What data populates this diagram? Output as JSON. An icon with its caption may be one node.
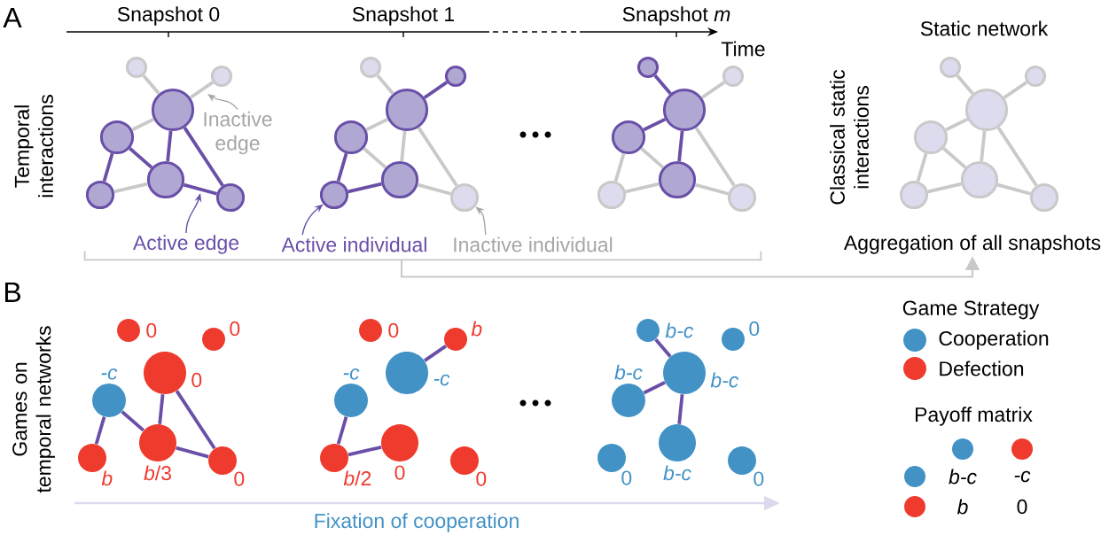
{
  "diagram": {
    "nodes": [
      {
        "text": [],
        "shape": "circle"
      },
      {
        "text": [],
        "shape": "circle"
      },
      {
        "text": [],
        "shape": "circle"
      },
      {
        "text": [],
        "shape": "circle"
      },
      {
        "text": [],
        "shape": "circle"
      },
      {
        "text": [],
        "shape": "circle"
      },
      {
        "text": [],
        "shape": "circle"
      },
      {
        "text": [
          "Inactive edge"
        ]
      },
      {
        "text": [
          "Active edge"
        ]
      },
      {
        "text": [],
        "shape": "circle"
      },
      {
        "text": [],
        "shape": "circle"
      },
      {
        "text": [],
        "shape": "circle"
      },
      {
        "text": [],
        "shape": "circle"
      },
      {
        "text": [],
        "shape": "circle"
      },
      {
        "text": [],
        "shape": "circle"
      },
      {
        "text": [],
        "shape": "circle"
      },
      {
        "text": [
          "Active individual"
        ]
      },
      {
        "text": [
          "Inactive individual"
        ]
      },
      {
        "text": [],
        "shape": "circle"
      },
      {
        "text": [],
        "shape": "circle"
      },
      {
        "text": [],
        "shape": "circle"
      },
      {
        "text": [],
        "shape": "circle"
      },
      {
        "text": [],
        "shape": "circle"
      },
      {
        "text": [],
        "shape": "circle"
      },
      {
        "text": [],
        "shape": "circle"
      },
      {
        "text": [],
        "shape": "circle"
      },
      {
        "text": [],
        "shape": "circle"
      },
      {
        "text": [],
        "shape": "circle"
      },
      {
        "text": [],
        "shape": "circle"
      },
      {
        "text": [],
        "shape": "circle"
      },
      {
        "text": [],
        "shape": "circle"
      },
      {
        "text": [],
        "shape": "circle"
      },
      {
        "text": [
          "Aggregation of all snapshots"
        ]
      },
      {
        "text": [],
        "shape": "circle",
        "beside": [
          "0"
        ]
      },
      {
        "text": [],
        "shape": "circle",
        "beside": [
          "0"
        ]
      },
      {
        "text": [],
        "shape": "circle",
        "beside": [
          "0"
        ]
      },
      {
        "text": [],
        "shape": "circle",
        "beside": [
          "-c"
        ]
      },
      {
        "text": [],
        "shape": "circle",
        "beside": [
          "*b*/3"
        ]
      },
      {
        "text": [],
        "shape": "circle",
        "beside": [
          "b"
        ]
      },
      {
        "text": [],
        "shape": "circle",
        "beside": [
          "0"
        ]
      },
      {
        "text": [],
        "shape": "circle",
        "beside": [
          "0"
        ]
      },
      {
        "text": [],
        "shape": "circle",
        "beside": [
          "b"
        ]
      },
      {
        "text": [],
        "shape": "circle",
        "beside": [
          "-c"
        ]
      },
      {
        "text": [],
        "shape": "circle",
        "beside": [
          "-c"
        ]
      },
      {
        "text": [],
        "shape": "circle",
        "beside": [
          "0"
        ]
      },
      {
        "text": [],
        "shape": "circle",
        "beside": [
          "*b*/2"
        ]
      },
      {
        "text": [],
        "shape": "circle",
        "beside": [
          "0"
        ]
      },
      {
        "text": [],
        "shape": "circle",
        "beside": [
          "b-c"
        ]
      },
      {
        "text": [],
        "shape": "circle",
        "beside": [
          "0"
        ]
      },
      {
        "text": [],
        "shape": "circle",
        "beside": [
          "b-c"
        ]
      },
      {
        "text": [],
        "shape": "circle",
        "beside": [
          "b-c"
        ]
      },
      {
        "text": [],
        "shape": "circle",
        "beside": [
          "b-c"
        ]
      },
      {
        "text": [],
        "shape": "circle",
        "beside": [
          "0"
        ]
      },
      {
        "text": [],
        "shape": "circle",
        "beside": [
          "0"
        ]
      },
      {
        "text": [],
        "shape": "bracket"
      },
      {
        "text": [],
        "shape": "circle"
      },
      {
        "text": [],
        "shape": "circle"
      },
      {
        "text": [],
        "shape": "circle"
      },
      {
        "text": [],
        "shape": "circle"
      }
    ],
    "edges": [
      {
        "from": 0,
        "to": 2,
        "arrow": "none"
      },
      {
        "from": 1,
        "to": 2,
        "arrow": "none"
      },
      {
        "from": 2,
        "to": 3,
        "arrow": "none"
      },
      {
        "from": 2,
        "to": 4,
        "arrow": "none",
        "color": "#6a4fa8"
      },
      {
        "from": 2,
        "to": 6,
        "arrow": "none",
        "color": "#6a4fa8"
      },
      {
        "from": 3,
        "to": 4,
        "arrow": "none",
        "color": "#6a4fa8"
      },
      {
        "from": 3,
        "to": 5,
        "arrow": "none",
        "color": "#6a4fa8"
      },
      {
        "from": 5,
        "to": 4,
        "arrow": "none"
      },
      {
        "from": 4,
        "to": 6,
        "arrow": "none",
        "color": "#6a4fa8"
      },
      {
        "from": 9,
        "to": 11,
        "arrow": "none"
      },
      {
        "from": 10,
        "to": 11,
        "arrow": "none",
        "color": "#6a4fa8"
      },
      {
        "from": 11,
        "to": 12,
        "arrow": "none"
      },
      {
        "from": 11,
        "to": 13,
        "arrow": "none"
      },
      {
        "from": 11,
        "to": 15,
        "arrow": "none"
      },
      {
        "from": 12,
        "to": 13,
        "arrow": "none"
      },
      {
        "from": 12,
        "to": 14,
        "arrow": "none",
        "color": "#6a4fa8"
      },
      {
        "from": 14,
        "to": 13,
        "arrow": "none",
        "color": "#6a4fa8"
      },
      {
        "from": 13,
        "to": 15,
        "arrow": "none"
      },
      {
        "from": 18,
        "to": 20,
        "arrow": "none",
        "color": "#6a4fa8"
      },
      {
        "from": 19,
        "to": 20,
        "arrow": "none"
      },
      {
        "from": 20,
        "to": 21,
        "arrow": "none",
        "color": "#6a4fa8"
      },
      {
        "from": 20,
        "to": 22,
        "arrow": "none",
        "color": "#6a4fa8"
      },
      {
        "from": 20,
        "to": 24,
        "arrow": "none"
      },
      {
        "from": 21,
        "to": 22,
        "arrow": "none"
      },
      {
        "from": 21,
        "to": 23,
        "arrow": "none"
      },
      {
        "from": 23,
        "to": 22,
        "arrow": "none"
      },
      {
        "from": 22,
        "to": 24,
        "arrow": "none"
      },
      {
        "from": 25,
        "to": 27,
        "arrow": "none"
      },
      {
        "from": 26,
        "to": 27,
        "arrow": "none"
      },
      {
        "from": 27,
        "to": 28,
        "arrow": "none"
      },
      {
        "from": 27,
        "to": 29,
        "arrow": "none"
      },
      {
        "from": 27,
        "to": 31,
        "arrow": "none"
      },
      {
        "from": 28,
        "to": 29,
        "arrow": "none"
      },
      {
        "from": 28,
        "to": 30,
        "arrow": "none"
      },
      {
        "from": 30,
        "to": 29,
        "arrow": "none"
      },
      {
        "from": 29,
        "to": 31,
        "arrow": "none"
      },
      {
        "from": 36,
        "to": 38,
        "arrow": "none",
        "color": "#6a4fa8"
      },
      {
        "from": 36,
        "to": 37,
        "arrow": "none",
        "color": "#6a4fa8"
      },
      {
        "from": 35,
        "to": 37,
        "arrow": "none",
        "color": "#6a4fa8"
      },
      {
        "from": 35,
        "to": 39,
        "arrow": "none",
        "color": "#6a4fa8"
      },
      {
        "from": 37,
        "to": 39,
        "arrow": "none",
        "color": "#6a4fa8"
      },
      {
        "from": 41,
        "to": 42,
        "arrow": "none",
        "color": "#6a4fa8"
      },
      {
        "from": 43,
        "to": 45,
        "arrow": "none",
        "color": "#6a4fa8"
      },
      {
        "from": 45,
        "to": 44,
        "arrow": "none",
        "color": "#6a4fa8"
      },
      {
        "from": 47,
        "to": 49,
        "arrow": "none",
        "color": "#6a4fa8"
      },
      {
        "from": 49,
        "to": 50,
        "arrow": "none",
        "color": "#6a4fa8"
      },
      {
        "from": 49,
        "to": 51,
        "arrow": "none",
        "color": "#6a4fa8"
      },
      {
        "from": 7,
        "to": null,
        "arrow": "to",
        "color": "#a6a6a6"
      },
      {
        "from": 8,
        "to": null,
        "arrow": "to",
        "color": "#6a4fa8"
      },
      {
        "from": 16,
        "to": 14,
        "arrow": "to",
        "color": "#6a4fa8"
      },
      {
        "from": 17,
        "to": 15,
        "arrow": "to",
        "color": "#a6a6a6"
      },
      {
        "from": 54,
        "to": 32,
        "arrow": "to"
      }
    ],
    "labels": [
      "A",
      "Snapshot 0",
      "Snapshot 1",
      "Snapshot *m*",
      "Time",
      "Static network",
      "Temporal interactions",
      "Classical static interactions",
      "B",
      "Games on temporal networks",
      "Fixation of cooperation",
      "Game Strategy",
      "Payoff matrix",
      "b-c",
      "-c",
      "b",
      "0"
    ],
    "legend": [
      {
        "text": "Cooperation",
        "color": "#4292c6"
      },
      {
        "text": "Defection",
        "color": "#ee3b2e"
      }
    ]
  }
}
